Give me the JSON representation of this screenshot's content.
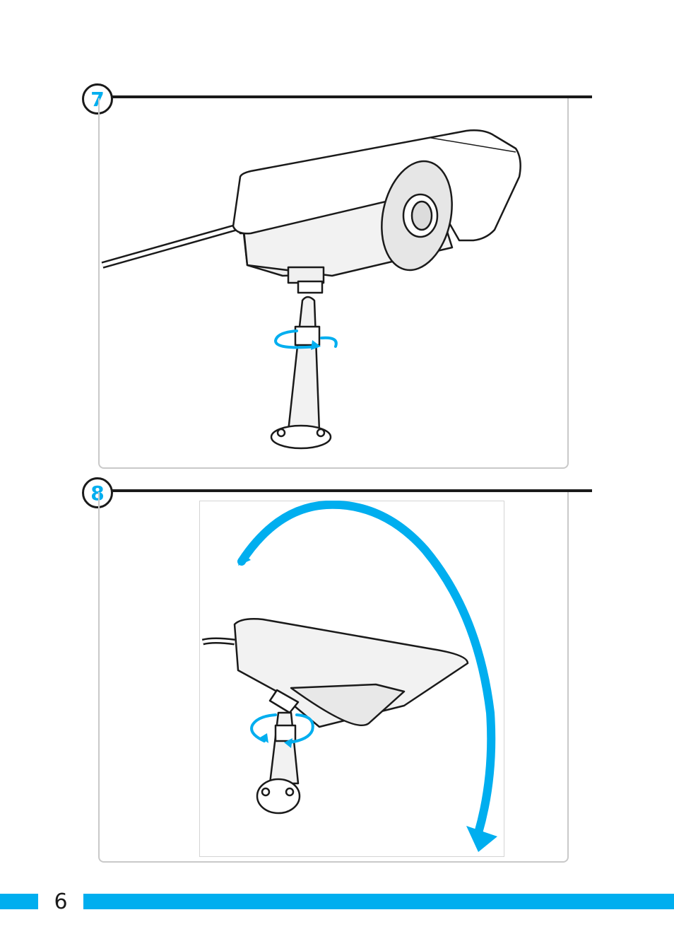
{
  "steps": [
    {
      "number": "7"
    },
    {
      "number": "8"
    }
  ],
  "footer": {
    "page_number": "6"
  },
  "colors": {
    "accent": "#00aeef",
    "ink": "#1a1a1a",
    "panel_border": "#c9c9c9"
  },
  "icons": {
    "step7": [
      "security-camera-icon",
      "rotate-arrow-icon"
    ],
    "step8": [
      "security-camera-icon",
      "rotate-arrow-icon",
      "tilt-arc-arrow-icon"
    ]
  }
}
